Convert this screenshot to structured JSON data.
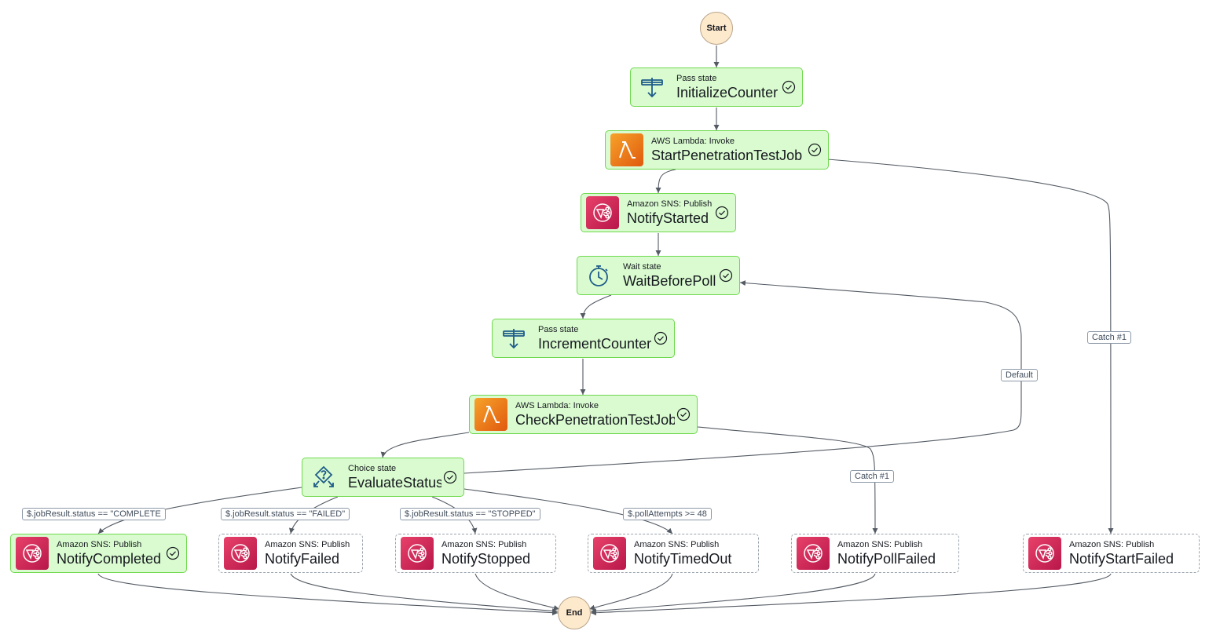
{
  "terminals": {
    "start": "Start",
    "end": "End"
  },
  "states": {
    "initialize_counter": {
      "type": "Pass state",
      "name": "InitializeCounter"
    },
    "start_job": {
      "type": "AWS Lambda: Invoke",
      "name": "StartPenetrationTestJob"
    },
    "notify_started": {
      "type": "Amazon SNS: Publish",
      "name": "NotifyStarted"
    },
    "wait_before_poll": {
      "type": "Wait state",
      "name": "WaitBeforePoll"
    },
    "increment_counter": {
      "type": "Pass state",
      "name": "IncrementCounter"
    },
    "check_job": {
      "type": "AWS Lambda: Invoke",
      "name": "CheckPenetrationTestJob"
    },
    "evaluate_status": {
      "type": "Choice state",
      "name": "EvaluateStatus"
    },
    "notify_completed": {
      "type": "Amazon SNS: Publish",
      "name": "NotifyCompleted"
    },
    "notify_failed": {
      "type": "Amazon SNS: Publish",
      "name": "NotifyFailed"
    },
    "notify_stopped": {
      "type": "Amazon SNS: Publish",
      "name": "NotifyStopped"
    },
    "notify_timed_out": {
      "type": "Amazon SNS: Publish",
      "name": "NotifyTimedOut"
    },
    "notify_poll_failed": {
      "type": "Amazon SNS: Publish",
      "name": "NotifyPollFailed"
    },
    "notify_start_failed": {
      "type": "Amazon SNS: Publish",
      "name": "NotifyStartFailed"
    }
  },
  "edge_labels": {
    "catch_start": "Catch #1",
    "catch_poll": "Catch #1",
    "default": "Default",
    "complete": "$.jobResult.status == \"COMPLETE",
    "failed": "$.jobResult.status == \"FAILED\"",
    "stopped": "$.jobResult.status == \"STOPPED\"",
    "timeout": "$.pollAttempts >= 48"
  },
  "colors": {
    "succeeded_fill": "#d9fbcf",
    "succeeded_border": "#6fd94e",
    "not_run_border": "#9ba4ad",
    "terminal_fill": "#fde9cc",
    "edge": "#545b64"
  },
  "icons": {
    "pass": "pass-state-icon",
    "lambda": "lambda-icon",
    "sns": "sns-icon",
    "wait": "stopwatch-icon",
    "choice": "choice-icon",
    "status": "check-circle-icon"
  }
}
